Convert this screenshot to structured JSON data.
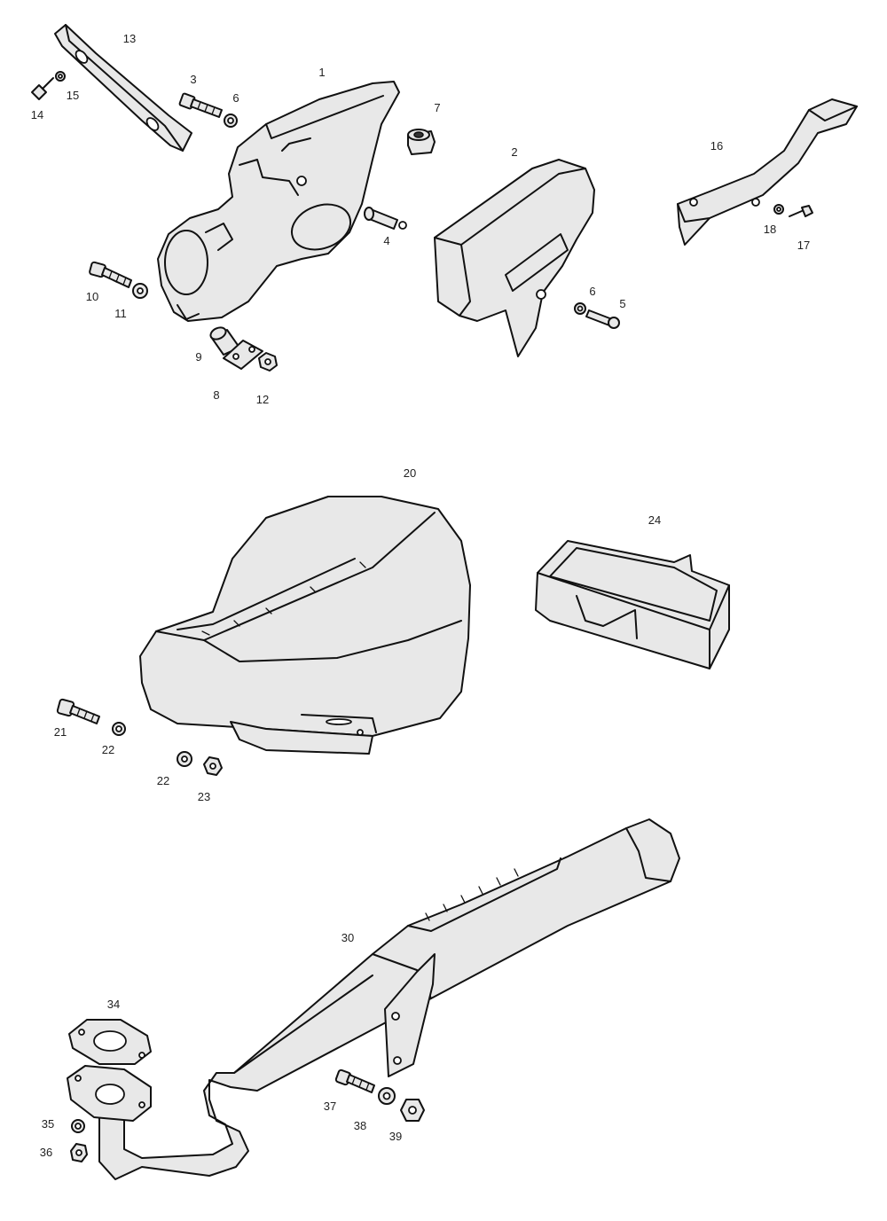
{
  "callouts": [
    "1",
    "2",
    "3",
    "4",
    "5",
    "6",
    "6",
    "7",
    "8",
    "9",
    "10",
    "11",
    "12",
    "13",
    "14",
    "15",
    "16",
    "17",
    "18",
    "20",
    "21",
    "22",
    "22",
    "23",
    "24",
    "30",
    "34",
    "35",
    "36",
    "37",
    "38",
    "39"
  ]
}
